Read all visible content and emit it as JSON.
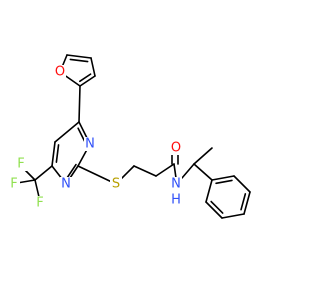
{
  "atoms": {
    "O_furan": {
      "text": "O",
      "color": "#ff0d0d"
    },
    "N_ring_top": {
      "text": "N",
      "color": "#3050f8"
    },
    "N_ring_bottom": {
      "text": "N",
      "color": "#3050f8"
    },
    "F_left": {
      "text": "F",
      "color": "#90e050"
    },
    "F_top": {
      "text": "F",
      "color": "#90e050"
    },
    "F_bottom": {
      "text": "F",
      "color": "#90e050"
    },
    "S": {
      "text": "S",
      "color": "#b8a000"
    },
    "O_carbonyl": {
      "text": "O",
      "color": "#ff0d0d"
    },
    "N_amide": {
      "text": "N",
      "color": "#3050f8"
    },
    "H_amide": {
      "text": "H",
      "color": "#3050f8"
    }
  },
  "bond_color": "#000000"
}
